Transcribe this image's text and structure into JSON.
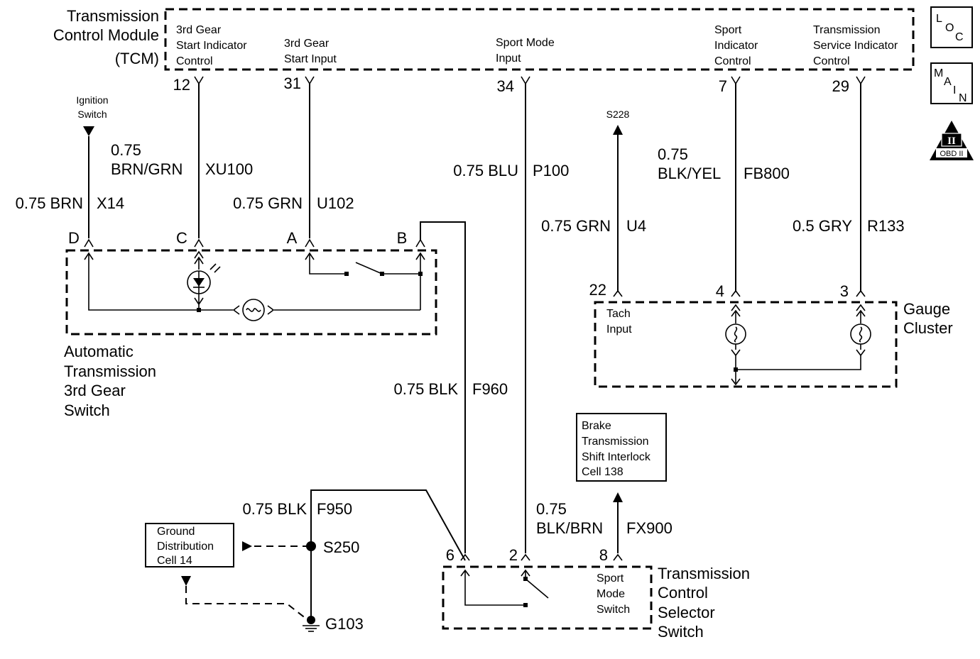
{
  "tcm": {
    "title_lines": [
      "Transmission",
      "Control Module",
      "(TCM)"
    ],
    "pins": [
      {
        "label_lines": [
          "3rd Gear",
          "Start Indicator",
          "Control"
        ],
        "pin": "12"
      },
      {
        "label_lines": [
          "3rd Gear",
          "Start Input"
        ],
        "pin": "31"
      },
      {
        "label_lines": [
          "Sport Mode",
          "Input"
        ],
        "pin": "34"
      },
      {
        "label_lines": [
          "Sport",
          "Indicator",
          "Control"
        ],
        "pin": "7"
      },
      {
        "label_lines": [
          "Transmission",
          "Service Indicator",
          "Control"
        ],
        "pin": "29"
      }
    ]
  },
  "icons": {
    "loc_letters": [
      "L",
      "O",
      "C"
    ],
    "main_letters": [
      "M",
      "A",
      "I",
      "N"
    ],
    "obd_numeral": "II",
    "obd_text": "OBD II"
  },
  "ignition": {
    "label_lines": [
      "Ignition",
      "Switch"
    ]
  },
  "wires": {
    "x14": {
      "gauge": "0.75 BRN",
      "circuit": "X14"
    },
    "xu100": {
      "gauge": "0.75",
      "color": "BRN/GRN",
      "circuit": "XU100"
    },
    "u102": {
      "gauge": "0.75 GRN",
      "circuit": "U102"
    },
    "p100": {
      "gauge": "0.75 BLU",
      "circuit": "P100"
    },
    "u4": {
      "gauge": "0.75 GRN",
      "circuit": "U4"
    },
    "fb800": {
      "gauge": "0.75",
      "color": "BLK/YEL",
      "circuit": "FB800"
    },
    "r133": {
      "gauge": "0.5 GRY",
      "circuit": "R133"
    },
    "f960": {
      "gauge": "0.75 BLK",
      "circuit": "F960"
    },
    "f950": {
      "gauge": "0.75 BLK",
      "circuit": "F950"
    },
    "fx900": {
      "gauge": "0.75",
      "color": "BLK/BRN",
      "circuit": "FX900"
    }
  },
  "splice_s228": "S228",
  "switch_3rd": {
    "pins": [
      "D",
      "C",
      "A",
      "B"
    ],
    "label_lines": [
      "Automatic",
      "Transmission",
      "3rd Gear",
      "Switch"
    ]
  },
  "gauge_cluster": {
    "pins": [
      "22",
      "4",
      "3"
    ],
    "tach_lines": [
      "Tach",
      "Input"
    ],
    "label_lines": [
      "Gauge",
      "Cluster"
    ]
  },
  "brake_box": {
    "lines": [
      "Brake",
      "Transmission",
      "Shift Interlock",
      "Cell 138"
    ]
  },
  "ground_box": {
    "lines": [
      "Ground",
      "Distribution",
      "Cell 14"
    ]
  },
  "splice_s250": "S250",
  "ground_g103": "G103",
  "selector": {
    "pins": [
      "6",
      "2",
      "8"
    ],
    "sport_lines": [
      "Sport",
      "Mode",
      "Switch"
    ],
    "label_lines": [
      "Transmission",
      "Control",
      "Selector",
      "Switch"
    ]
  }
}
